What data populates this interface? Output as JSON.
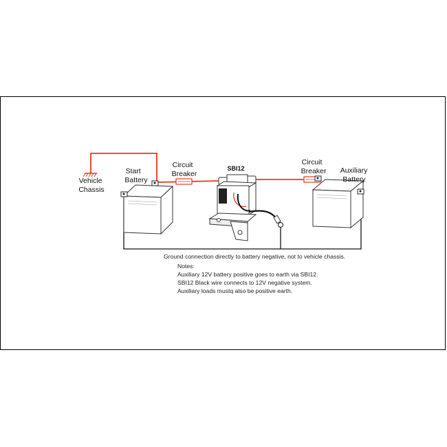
{
  "labels": {
    "vehicle_chassis": [
      "Vehicle",
      "Chassis"
    ],
    "start_battery": [
      "Start",
      "Battery"
    ],
    "circuit_breaker_left": [
      "Circuit",
      "Breaker"
    ],
    "sbi12": "SBI12",
    "circuit_breaker_right": [
      "Circuit",
      "Breaker"
    ],
    "auxiliary_battery": [
      "Auxiliary",
      "Battery"
    ]
  },
  "ground_note": "Ground connection directly to battery negative, not to vehicle chassis.",
  "notes": {
    "heading": "Notes:",
    "lines": [
      "Auxiliary 12V battery positive goes to earth via SBI12.",
      "SBI12 Black wire connects to 12V negative system.",
      "Auxiliary loads mustq also be positive earth."
    ]
  },
  "colors": {
    "positive_wire": "#e8391f",
    "negative_wire": "#111111",
    "battery_fill": "#ffffff",
    "battery_stroke": "#333333"
  }
}
